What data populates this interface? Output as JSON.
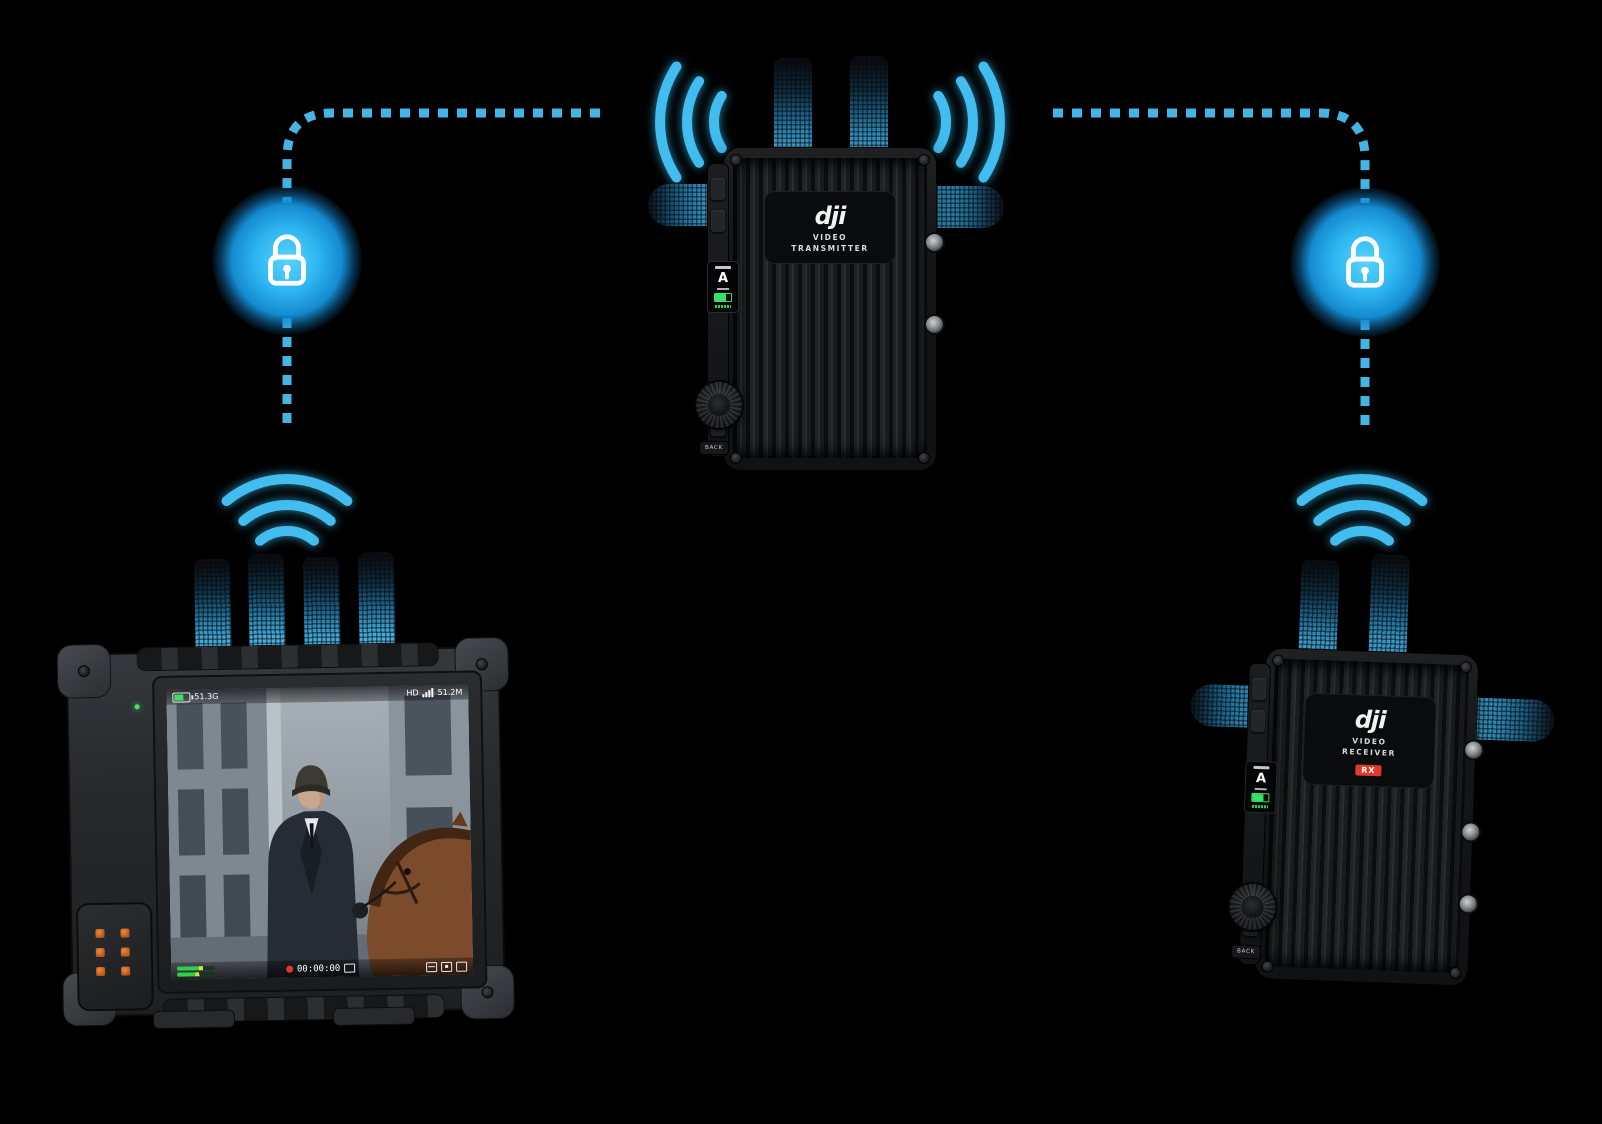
{
  "scene": {
    "background": "#000000",
    "accent": "#41b8ea",
    "lock_icon": "padlock",
    "signal_icon": "wireless-arcs"
  },
  "transmitter": {
    "brand": "dji",
    "label_line1": "VIDEO",
    "label_line2": "TRANSMITTER",
    "channel": "A",
    "back": "BACK"
  },
  "receiver": {
    "brand": "dji",
    "label_line1": "VIDEO",
    "label_line2": "RECEIVER",
    "badge": "RX",
    "channel": "A",
    "back": "BACK"
  },
  "monitor": {
    "osd": {
      "storage": "51.3G",
      "format": "HD",
      "bitrate": "51.2M",
      "timecode": "00:00:00"
    }
  }
}
